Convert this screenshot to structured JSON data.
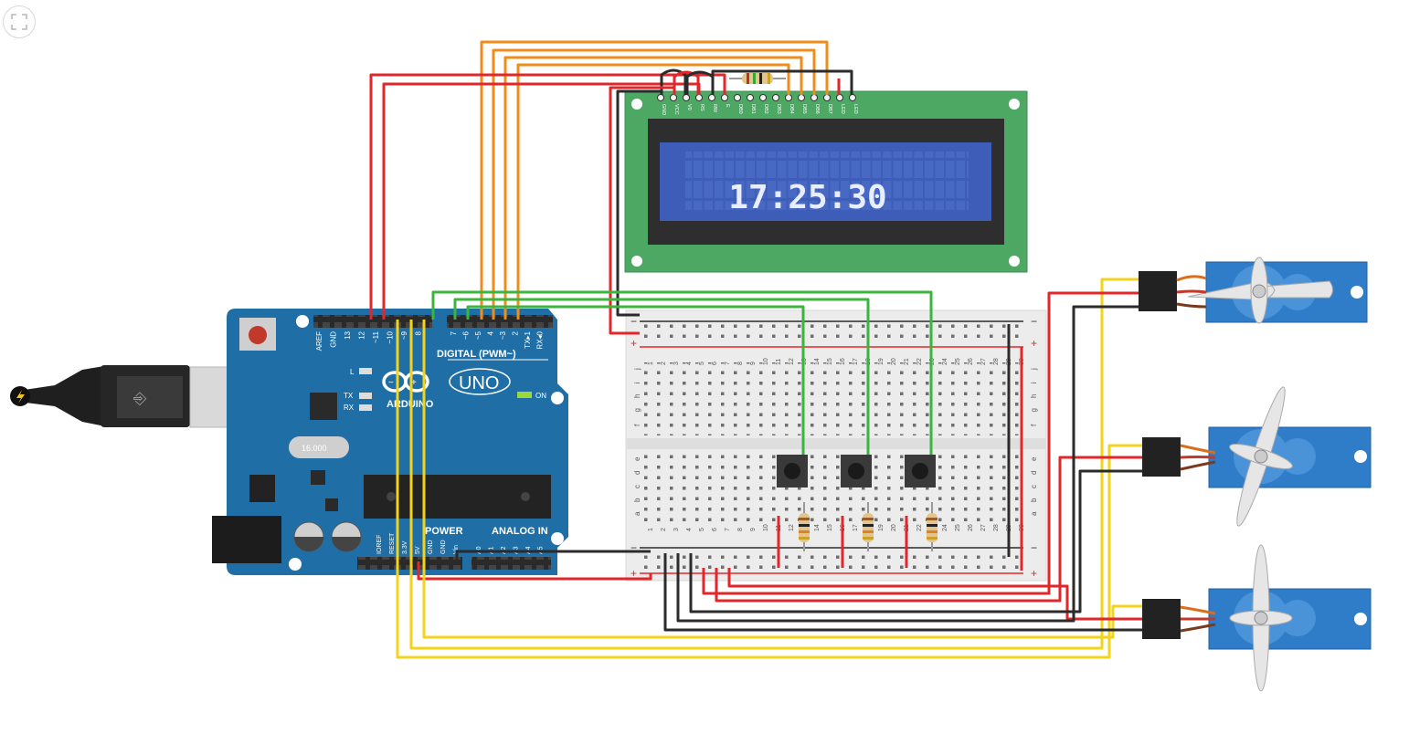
{
  "toolbar": {
    "fit_icon": "fullscreen-icon"
  },
  "lcd": {
    "display_text": "17:25:30",
    "pins": [
      "GND",
      "VCC",
      "V0",
      "RS",
      "RW",
      "E",
      "DB0",
      "DB1",
      "DB2",
      "DB3",
      "DB4",
      "DB5",
      "DB6",
      "DB7",
      "LED",
      "LED"
    ]
  },
  "arduino": {
    "brand": "ARDUINO",
    "model": "UNO",
    "digital_label": "DIGITAL (PWM~)",
    "power_label": "POWER",
    "analog_label": "ANALOG IN",
    "on_label": "ON",
    "l_label": "L",
    "tx_label": "TX",
    "rx_label": "RX",
    "crystal_label": "16.000",
    "digital_pins_left": [
      "AREF",
      "GND",
      "13",
      "12",
      "~11",
      "~10",
      "~9",
      "8"
    ],
    "digital_pins_right": [
      "7",
      "~6",
      "~5",
      "4",
      "~3",
      "2",
      "TX▸1",
      "RX◂0"
    ],
    "power_pins": [
      "IOREF",
      "RESET",
      "3.3V",
      "5V",
      "GND",
      "GND",
      "Vin"
    ],
    "analog_pins": [
      "A0",
      "A1",
      "A2",
      "A3",
      "A4",
      "A5"
    ]
  },
  "breadboard": {
    "row_letters_top": [
      "j",
      "i",
      "h",
      "g",
      "f"
    ],
    "row_letters_bottom": [
      "e",
      "d",
      "c",
      "b",
      "a"
    ],
    "columns": [
      "1",
      "2",
      "3",
      "4",
      "5",
      "6",
      "7",
      "8",
      "9",
      "10",
      "11",
      "12",
      "13",
      "14",
      "15",
      "16",
      "17",
      "18",
      "19",
      "20",
      "21",
      "22",
      "23",
      "24",
      "25",
      "26",
      "27",
      "28",
      "29",
      "30"
    ],
    "plus_label": "+",
    "minus_label": "−"
  },
  "colors": {
    "red": "#e3262a",
    "black": "#2b2b2b",
    "orange": "#f08c1a",
    "green": "#3bb53b",
    "yellow": "#f3d31b",
    "arduino_blue": "#1f6fa6",
    "lcd_green": "#4da864",
    "lcd_screen": "#3d5db8",
    "servo_blue": "#2f7cc9"
  }
}
